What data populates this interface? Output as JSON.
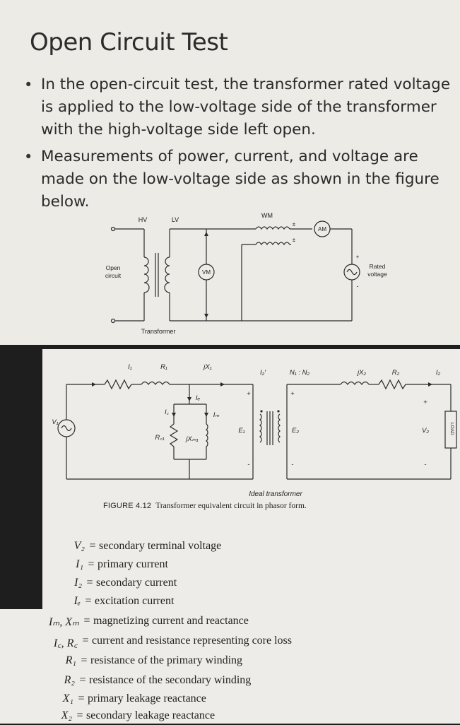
{
  "slide": {
    "title": "Open Circuit Test",
    "bullets": [
      "In the open-circuit test, the transformer rated voltage is applied to the low-voltage side of the transformer with the high-voltage side left open.",
      "Measurements of power, current, and voltage are made on the low-voltage side as shown in the figure below."
    ]
  },
  "figure1": {
    "hv": "HV",
    "lv": "LV",
    "wm": "WM",
    "am": "AM",
    "vm": "VM",
    "open_circuit_1": "Open",
    "open_circuit_2": "circuit",
    "rated_1": "Rated",
    "rated_2": "voltage",
    "transformer": "Transformer",
    "plus": "+",
    "minus": "-",
    "pm": "±"
  },
  "figure2": {
    "v1": "V₁",
    "i1": "I₁",
    "r1": "R₁",
    "jx1": "jX₁",
    "i2p": "I₂′",
    "ratio": "N₁ : N₂",
    "jx2": "jX₂",
    "r2": "R₂",
    "i2": "I₂",
    "ie": "Iₑ",
    "ic": "I꜀",
    "im": "Iₘ",
    "rc1": "R꜀₁",
    "jxm1": "jXₘ₁",
    "e1": "E₁",
    "e2": "E₂",
    "v2": "V₂",
    "load": "LOAD",
    "ideal": "Ideal transformer",
    "plus": "+",
    "minus": "-"
  },
  "caption": {
    "label": "FIGURE 4.12",
    "text": "Transformer equivalent circuit in phasor form."
  },
  "definitions": [
    {
      "symbol": "V₂",
      "meaning": "secondary terminal voltage"
    },
    {
      "symbol": "I₁",
      "meaning": "primary current"
    },
    {
      "symbol": "I₂",
      "meaning": "secondary current"
    },
    {
      "symbol": "Iₑ",
      "meaning": "excitation current"
    },
    {
      "symbol": "Iₘ, Xₘ",
      "meaning": "magnetizing current and reactance"
    },
    {
      "symbol": "I꜀, R꜀",
      "meaning": "current and resistance representing core loss"
    },
    {
      "symbol": "R₁",
      "meaning": "resistance of the primary winding"
    },
    {
      "symbol": "R₂",
      "meaning": "resistance of the secondary winding"
    },
    {
      "symbol": "X₁",
      "meaning": "primary leakage reactance"
    },
    {
      "symbol": "X₂",
      "meaning": "secondary leakage reactance"
    }
  ],
  "equals": "="
}
